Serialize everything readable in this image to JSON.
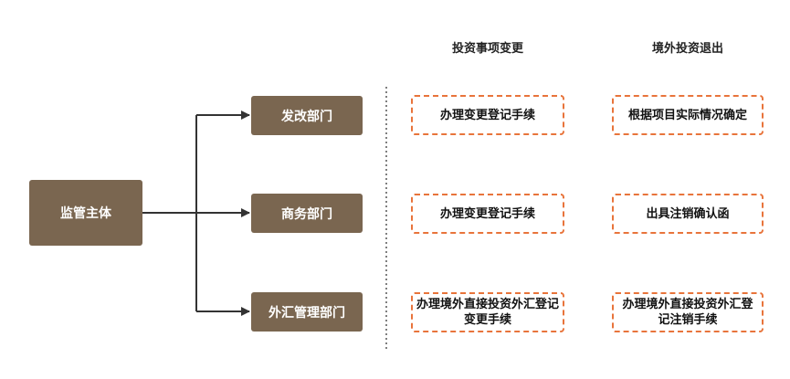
{
  "main_subject": "监管主体",
  "departments": [
    "发改部门",
    "商务部门",
    "外汇管理部门"
  ],
  "columns": [
    {
      "header": "投资事项变更",
      "cells": [
        "办理变更登记手续",
        "办理变更登记手续",
        "办理境外直接投资外汇登记变更手续"
      ]
    },
    {
      "header": "境外投资退出",
      "cells": [
        "根据项目实际情况确定",
        "出具注销确认函",
        "办理境外直接投资外汇登记注销手续"
      ]
    }
  ],
  "colors": {
    "box_fill": "#7a6650",
    "dash_border": "#e8743b",
    "arrow": "#333333"
  }
}
